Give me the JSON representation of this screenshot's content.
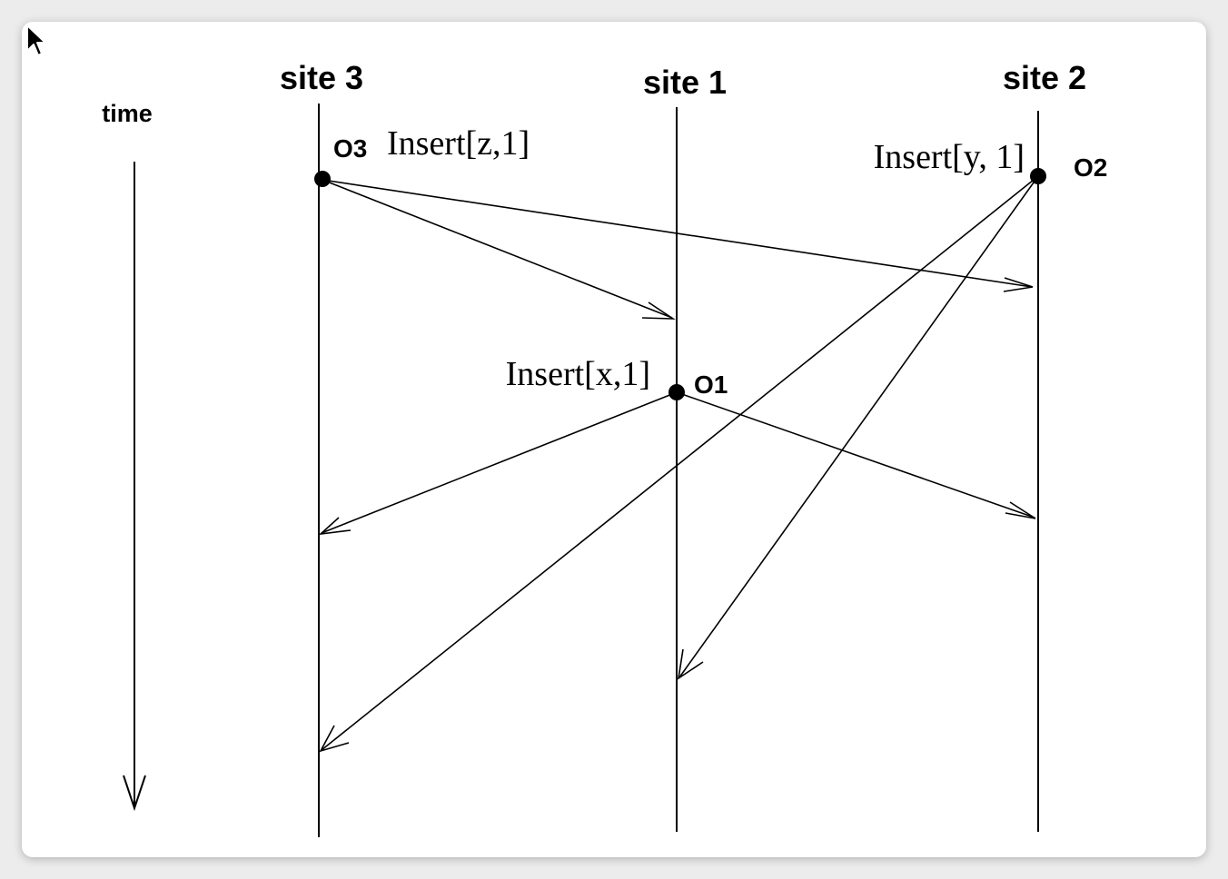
{
  "axis": {
    "label": "time"
  },
  "sites": [
    {
      "id": "site3",
      "label": "site 3"
    },
    {
      "id": "site1",
      "label": "site 1"
    },
    {
      "id": "site2",
      "label": "site 2"
    }
  ],
  "operations": [
    {
      "id": "o3",
      "name": "O3",
      "op": "Insert[z,1]",
      "site": "site3"
    },
    {
      "id": "o2",
      "name": "O2",
      "op": "Insert[y, 1]",
      "site": "site2"
    },
    {
      "id": "o1",
      "name": "O1",
      "op": "Insert[x,1]",
      "site": "site1"
    }
  ],
  "messages": [
    {
      "from": "o3",
      "to": "site1"
    },
    {
      "from": "o3",
      "to": "site2"
    },
    {
      "from": "o2",
      "to": "site3"
    },
    {
      "from": "o2",
      "to": "site1"
    },
    {
      "from": "o1",
      "to": "site3"
    },
    {
      "from": "o1",
      "to": "site2"
    }
  ],
  "colors": {
    "ink": "#000000",
    "background": "#ffffff"
  }
}
